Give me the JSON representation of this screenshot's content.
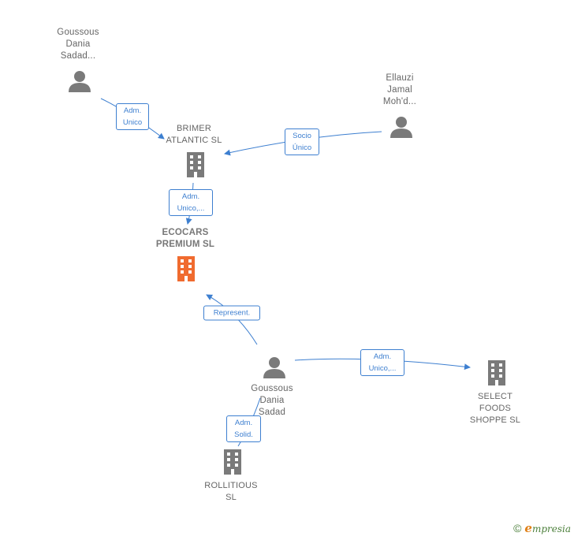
{
  "colors": {
    "edge": "#3d7fd0",
    "person_icon": "#7a7a7a",
    "company_icon": "#7a7a7a",
    "main_company_icon": "#f06b2f",
    "label_text": "#666666"
  },
  "nodes": {
    "goussous_top": {
      "label": "Goussous\nDania\nSadad...",
      "icon": "person-icon"
    },
    "ellauzi": {
      "label": "Ellauzi\nJamal\nMoh'd...",
      "icon": "person-icon"
    },
    "brimer": {
      "label": "BRIMER\nATLANTIC  SL",
      "icon": "building-icon"
    },
    "ecocars": {
      "label": "ECOCARS\nPREMIUM  SL",
      "icon": "building-icon"
    },
    "goussous_bottom": {
      "label": "Goussous\nDania\nSadad",
      "icon": "person-icon"
    },
    "select_foods": {
      "label": "SELECT\nFOODS\nSHOPPE  SL",
      "icon": "building-icon"
    },
    "rollitious": {
      "label": "ROLLITIOUS\nSL",
      "icon": "building-icon"
    }
  },
  "edges": {
    "goussous_top_brimer": "Adm.\nUnico",
    "ellauzi_brimer": "Socio\nÚnico",
    "brimer_ecocars": "Adm.\nUnico,...",
    "goussous_bottom_ecocars": "Represent.",
    "goussous_bottom_select": "Adm.\nUnico,...",
    "goussous_bottom_rollitious": "Adm.\nSolid."
  },
  "footer": {
    "copyright_symbol": "©",
    "brand_initial": "e",
    "brand_rest": "mpresia"
  }
}
